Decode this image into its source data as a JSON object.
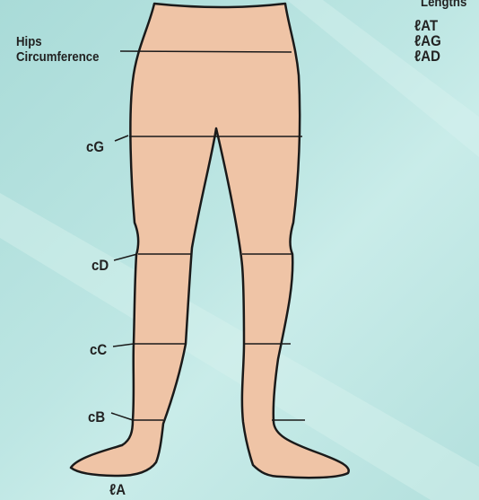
{
  "colors": {
    "background": "#bde6e3",
    "skin": "#efc4a6",
    "outline": "#1a1a1a",
    "text": "#222222"
  },
  "labels": {
    "hips_line1": "Hips",
    "hips_line2": "Circumference",
    "cG": "cG",
    "cD": "cD",
    "cC": "cC",
    "cB": "cB",
    "lA": "ℓA"
  },
  "lengths": {
    "title": "Lengths",
    "items": [
      "ℓAT",
      "ℓAG",
      "ℓAD"
    ]
  }
}
